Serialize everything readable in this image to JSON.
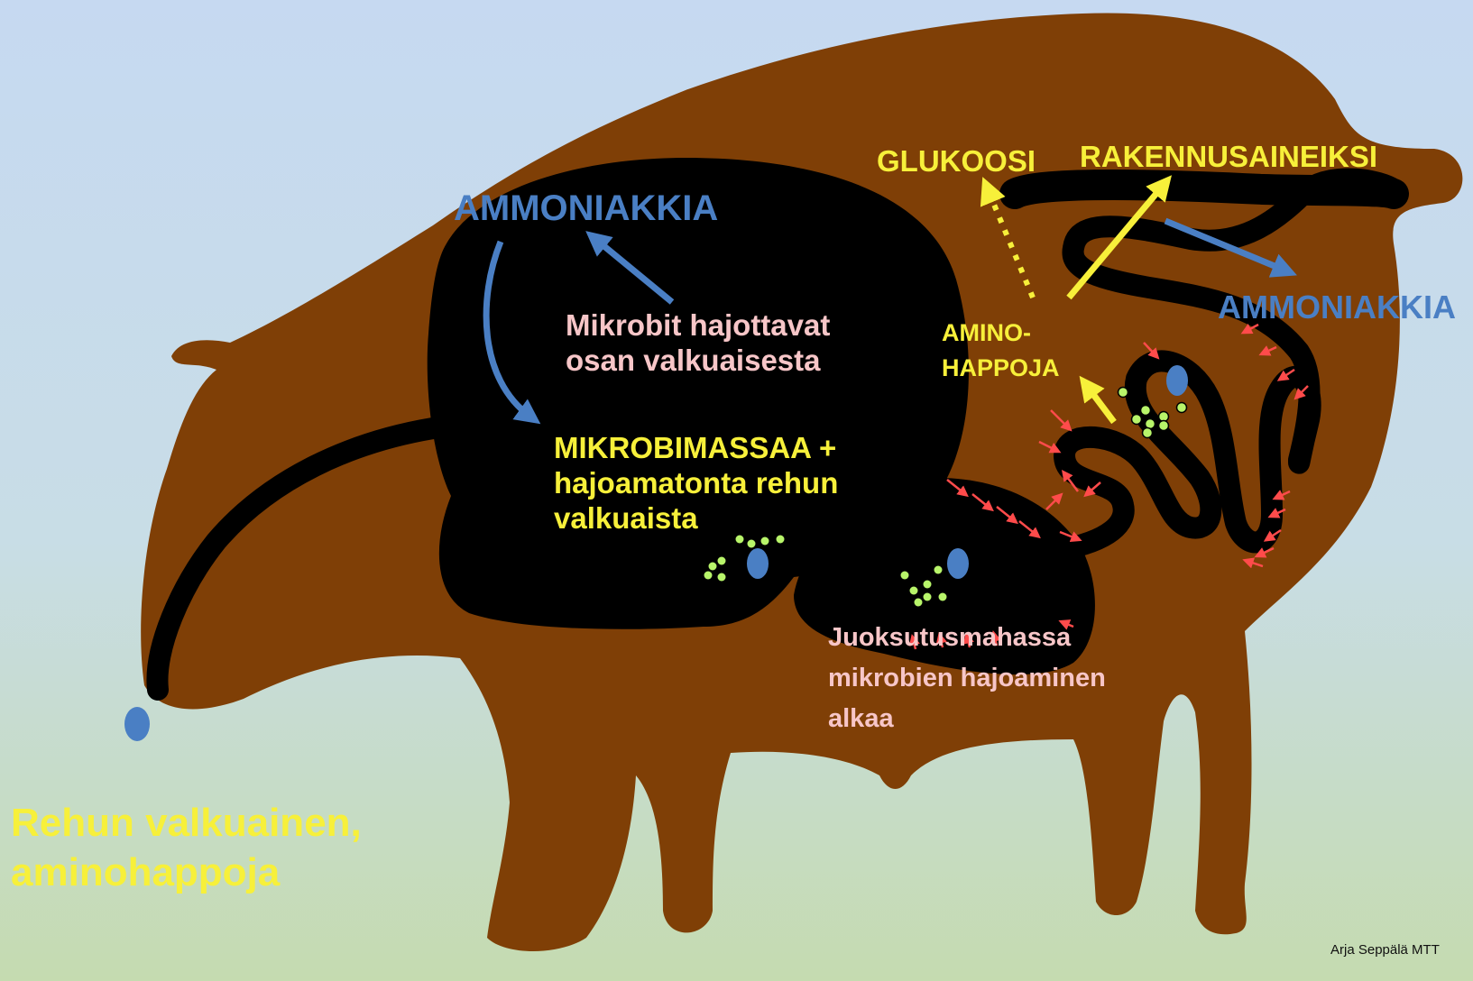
{
  "labels": {
    "ammonia_left": "AMMONIAKKIA",
    "ammonia_right": "AMMONIAKKIA",
    "microbes_line1": "Mikrobit hajottavat",
    "microbes_line2": "osan valkuaisesta",
    "biomass_line1": "MIKROBIMASSAA +",
    "biomass_line2": "hajoamatonta rehun",
    "biomass_line3": "valkuaista",
    "glucose": "GLUKOOSI",
    "building": "RAKENNUSAINEIKSI",
    "amino_line1": "AMINO-",
    "amino_line2": "HAPPOJA",
    "abomasum_line1": "Juoksutusmahassa",
    "abomasum_line2": "mikrobien hajoaminen",
    "abomasum_line3": "alkaa",
    "feed_line1": "Rehun valkuainen,",
    "feed_line2": "aminohappoja",
    "credit": "Arja Seppälä MTT"
  },
  "colors": {
    "sky_top": "#c6d9f1",
    "sky_bottom": "#c5dbb0",
    "body": "#7f3f06",
    "gut": "#000000",
    "blue_arrow": "#4a7fc4",
    "yellow_arrow": "#f7f03a",
    "red_arrow": "#ff4b4b",
    "green_dot": "#b8f56a",
    "protein_blob": "#4a7fc4"
  }
}
